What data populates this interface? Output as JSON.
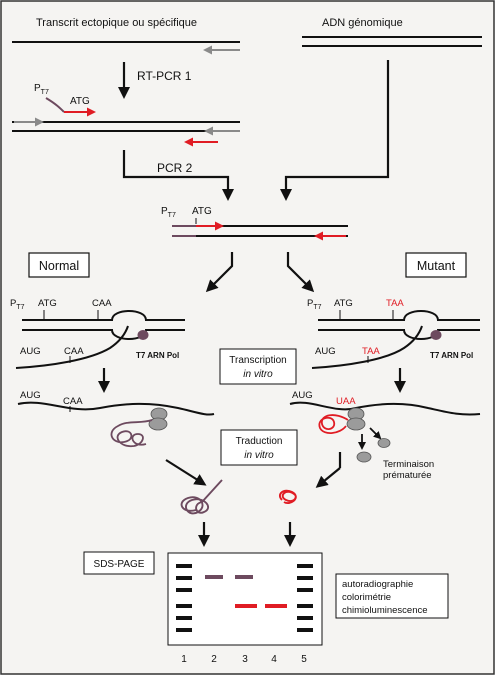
{
  "colors": {
    "background": "#f5f4f2",
    "line": "#111111",
    "red": "#e01c24",
    "grey_arrow": "#8a8a8a",
    "purple": "#6d4a5f",
    "ribosome": "#9b9b9b"
  },
  "top": {
    "transcript_label": "Transcrit ectopique ou spécifique",
    "genomic_label": "ADN génomique",
    "rtpcr_label": "RT-PCR 1",
    "pcr2_label": "PCR 2"
  },
  "primers": {
    "p": "P",
    "sub": "T7",
    "atg": "ATG"
  },
  "boxes": {
    "normal": "Normal",
    "mutant": "Mutant",
    "transcription": "Transcription",
    "translation": "Traduction",
    "in_vitro": "in vitro",
    "sds_page": "SDS-PAGE"
  },
  "codons": {
    "atg": "ATG",
    "caa": "CAA",
    "taa": "TAA",
    "aug": "AUG",
    "uaa": "UAA"
  },
  "polymerase_label": "T7 ARN Pol",
  "termination": {
    "line1": "Terminaison",
    "line2": "prématurée"
  },
  "detection": [
    "autoradiographie",
    "colorimétrie",
    "chimioluminescence"
  ],
  "lanes": [
    "1",
    "2",
    "3",
    "4",
    "5"
  ]
}
